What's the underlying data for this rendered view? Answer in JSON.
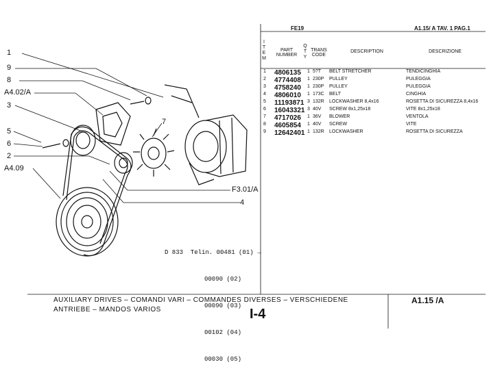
{
  "header": {
    "model": "FE19",
    "ref": "A1.15/ A TAV. 1 PAG.1"
  },
  "table_headers": {
    "item": "I T E M",
    "part_number": "PART NUMBER",
    "qty": "Q T Y",
    "trans_code": "TRANS CODE",
    "description": "DESCRIPTION",
    "descrizione": "DESCRIZIONE"
  },
  "parts": [
    {
      "item": "1",
      "part": "4806135",
      "qty": "1",
      "code": "5?T",
      "desc": "BELT STRETCHER",
      "it": "TENDICINGHIA"
    },
    {
      "item": "2",
      "part": "4774408",
      "qty": "1",
      "code": "230P",
      "desc": "PULLEY",
      "it": "PULEGGIA"
    },
    {
      "item": "3",
      "part": "4758240",
      "qty": "1",
      "code": "230P",
      "desc": "PULLEY",
      "it": "PULEGGIA"
    },
    {
      "item": "4",
      "part": "4806010",
      "qty": "1",
      "code": "173C",
      "desc": "BELT",
      "it": "CINGHIA"
    },
    {
      "item": "5",
      "part": "11193871",
      "qty": "3",
      "code": "132R",
      "desc": "LOCKWASHER 8,4x16",
      "it": "ROSETTA DI SICUREZZA 8,4x16"
    },
    {
      "item": "6",
      "part": "16043321",
      "qty": "3",
      "code": "40V",
      "desc": "SCREW 8x1,25x18",
      "it": "VITE 8x1,25x18"
    },
    {
      "item": "7",
      "part": "4717026",
      "qty": "1",
      "code": "36V",
      "desc": "BLOWER",
      "it": "VENTOLA"
    },
    {
      "item": "8",
      "part": "4605854",
      "qty": "1",
      "code": "40V",
      "desc": "SCREW",
      "it": "VITE"
    },
    {
      "item": "9",
      "part": "12642401",
      "qty": "1",
      "code": "132R",
      "desc": "LOCKWASHER",
      "it": "ROSETTA DI SICUREZZA"
    }
  ],
  "callouts": {
    "c1": "1",
    "c9": "9",
    "c8": "8",
    "a402": "A4.02/A",
    "c3": "3",
    "c5": "5",
    "c6": "6",
    "c2": "2",
    "a409": "A4.09",
    "c7": "7",
    "f301": "F3.01/A",
    "c4": "4"
  },
  "serials": {
    "line1": "D 833  Telin. 00481 (01) →",
    "line2": "00090 (02)",
    "line3": "00090 (03)",
    "line4": "00102 (04)",
    "line5": "00030 (05)"
  },
  "footer": {
    "title_line1": "AUXILIARY DRIVES  –  COMANDI VARI  –  COMMANDES DIVERSES  –  VERSCHIEDENE",
    "title_line2": "ANTRIEBE  –  MANDOS VARIOS",
    "page": "I-4",
    "code": "A1.15 /A"
  }
}
